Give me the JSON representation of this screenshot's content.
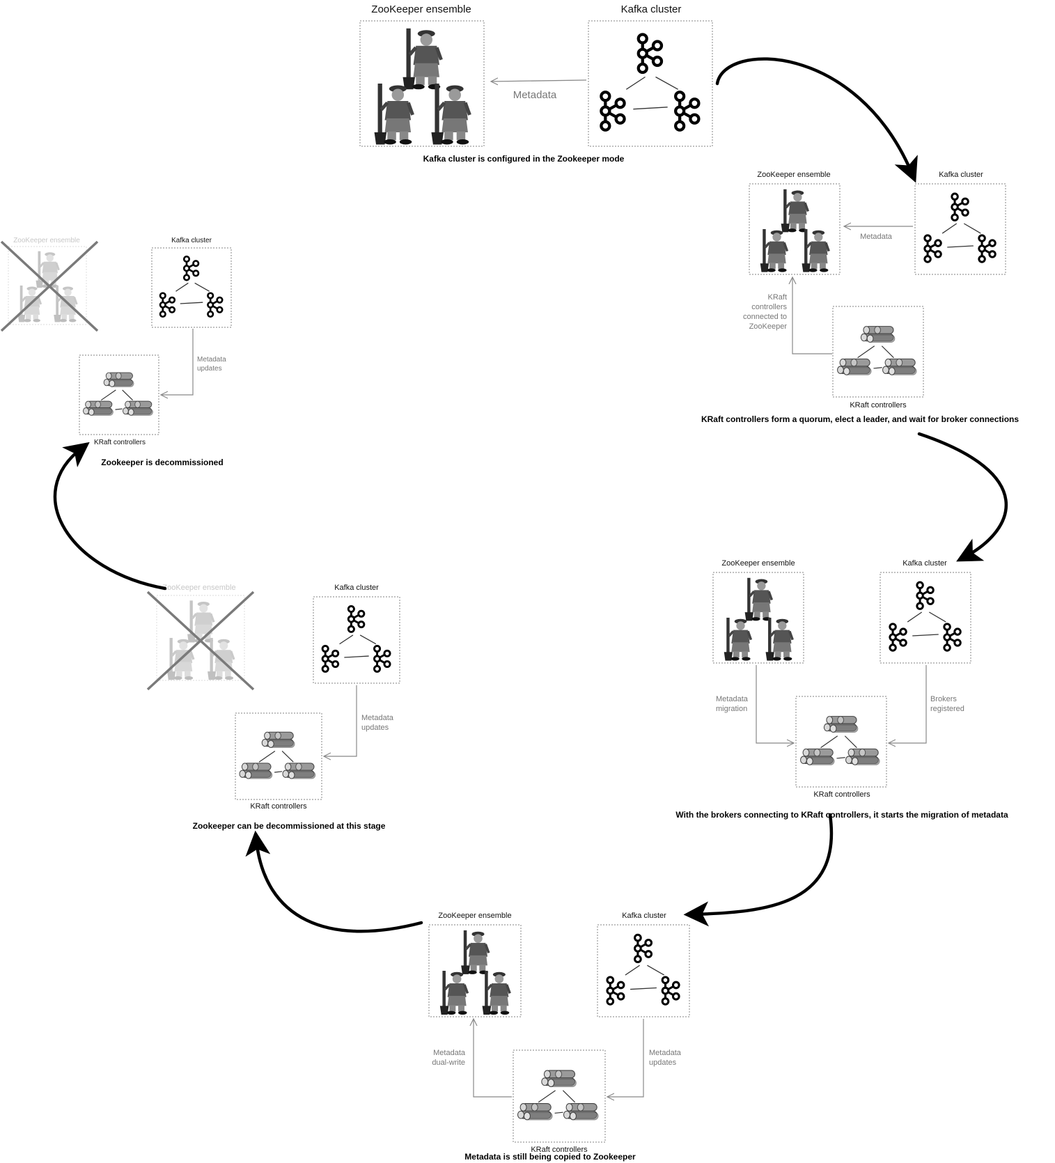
{
  "labels": {
    "zookeeper_ensemble": "ZooKeeper ensemble",
    "kafka_cluster": "Kafka cluster",
    "kraft_controllers": "KRaft controllers"
  },
  "edges": {
    "metadata": "Metadata",
    "kraft_connected_to_zk": [
      "KRaft",
      "controllers",
      "connected to",
      "ZooKeeper"
    ],
    "metadata_migration": [
      "Metadata",
      "migration"
    ],
    "brokers_registered": [
      "Brokers",
      "registered"
    ],
    "metadata_dual_write": [
      "Metadata",
      "dual-write"
    ],
    "metadata_updates": [
      "Metadata",
      "updates"
    ]
  },
  "stages": [
    {
      "caption": "Kafka cluster is configured in the Zookeeper mode"
    },
    {
      "caption": "KRaft controllers form a quorum, elect a leader, and wait for broker connections"
    },
    {
      "caption": "With the brokers connecting to KRaft controllers, it starts the migration of metadata"
    },
    {
      "caption": "Metadata is still being copied to Zookeeper"
    },
    {
      "caption": "Zookeeper can be decommissioned at this stage"
    },
    {
      "caption": "Zookeeper is decommissioned"
    }
  ],
  "icons": {
    "zookeeper_node": "zookeeper-keeper-icon",
    "kafka_broker": "kafka-broker-icon",
    "kraft_controller": "kraft-log-stack-icon"
  },
  "colors": {
    "box_border": "#9a9a9a",
    "arrow": "#000000",
    "edge_line": "#888888",
    "faded": "#c8c8c8"
  }
}
